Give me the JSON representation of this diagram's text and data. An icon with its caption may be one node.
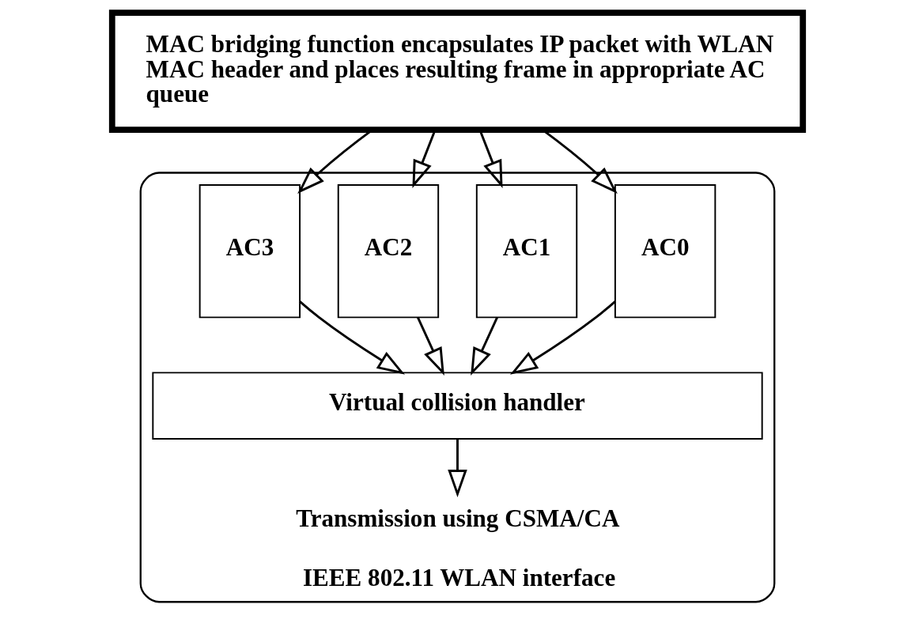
{
  "diagram": {
    "nodes": [
      {
        "text": [
          "IEEE 802.11 WLAN interface"
        ]
      },
      {
        "text": [
          "MAC bridging function encapsulates IP packet with WLAN MAC header and places resulting frame in appropriate AC queue"
        ]
      },
      {
        "text": [
          "AC0"
        ],
        "in": 0
      },
      {
        "text": [
          "AC1"
        ],
        "in": 0
      },
      {
        "text": [
          "AC2"
        ],
        "in": 0
      },
      {
        "text": [
          "AC3"
        ],
        "in": 0
      },
      {
        "text": [
          "Virtual collision handler"
        ],
        "in": 0
      },
      {
        "text": [
          "Transmission using CSMA/CA"
        ],
        "in": 0
      }
    ],
    "edges": [
      {
        "from": 1,
        "to": 2,
        "arrow": "to"
      },
      {
        "from": 1,
        "to": 3,
        "arrow": "to"
      },
      {
        "from": 1,
        "to": 4,
        "arrow": "to"
      },
      {
        "from": 1,
        "to": 5,
        "arrow": "to"
      },
      {
        "from": 2,
        "to": 6,
        "arrow": "to"
      },
      {
        "from": 3,
        "to": 6,
        "arrow": "to"
      },
      {
        "from": 4,
        "to": 6,
        "arrow": "to"
      },
      {
        "from": 5,
        "to": 6,
        "arrow": "to"
      },
      {
        "from": 6,
        "to": 7,
        "arrow": "to"
      }
    ]
  }
}
